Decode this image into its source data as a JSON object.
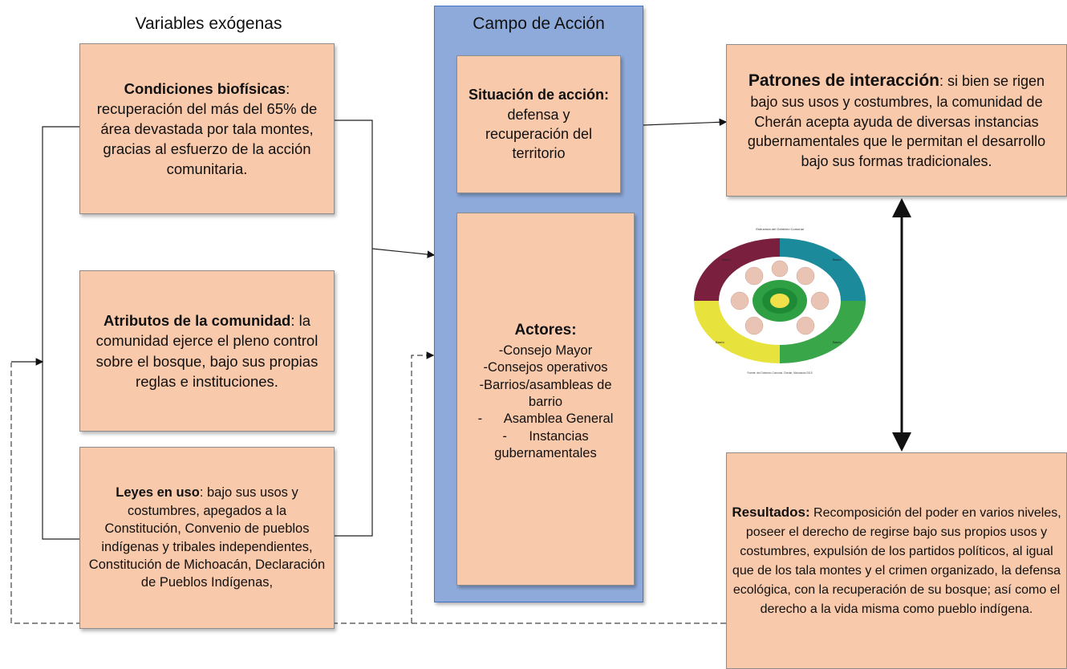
{
  "headings": {
    "variables": "Variables exógenas",
    "campo": "Campo de Acción"
  },
  "condiciones": {
    "title": "Condiciones biofísicas",
    "text": ": recuperación del más del 65% de área devastada por tala montes, gracias al esfuerzo de la acción comunitaria."
  },
  "atributos": {
    "title": "Atributos de la comunidad",
    "text": ": la comunidad ejerce el pleno control sobre el bosque, bajo sus propias reglas e instituciones."
  },
  "leyes": {
    "title": "Leyes en uso",
    "text": ": bajo sus usos y costumbres, apegados a la Constitución, Convenio de pueblos indígenas y tribales independientes, Constitución de Michoacán, Declaración de Pueblos Indígenas,"
  },
  "situacion": {
    "title": "Situación de acción:",
    "text": " defensa y recuperación del territorio"
  },
  "actores": {
    "title": "Actores:",
    "items": [
      "-Consejo Mayor",
      "-Consejos operativos",
      "-Barrios/asambleas de barrio",
      "-      Asamblea General",
      "-      Instancias gubernamentales"
    ]
  },
  "patrones": {
    "title": "Patrones de interacción",
    "text": ": si bien se rigen bajo sus usos y costumbres, la comunidad de Cherán acepta ayuda de diversas instancias gubernamentales que le permitan el desarrollo bajo sus formas tradicionales."
  },
  "resultados": {
    "title": "Resultados:",
    "text": " Recomposición del poder en varios niveles, poseer el derecho de regirse bajo sus propios usos y costumbres, expulsión de los partidos políticos, al igual que de los tala montes y el crimen organizado, la defensa ecológica, con la recuperación de su bosque; así como el derecho a la vida misma como pueblo indígena."
  },
  "gov_image": {
    "title": "Estructura del Gobierno Comunal",
    "quadrants": [
      {
        "label": "Barrio",
        "color": "#7b1f3f"
      },
      {
        "label": "Barrio",
        "color": "#1b8a9a"
      },
      {
        "label": "Barrio",
        "color": "#3aa64a"
      },
      {
        "label": "Barrio",
        "color": "#e8e33c"
      }
    ],
    "center_color": "#2ea043",
    "center_inner_color": "#1f8a36",
    "core_color": "#f0e04a",
    "node_color": "#e9c3b3",
    "caption": "Fuente: del Gobierno Comunal. Cherán, Michoacán 2015"
  }
}
